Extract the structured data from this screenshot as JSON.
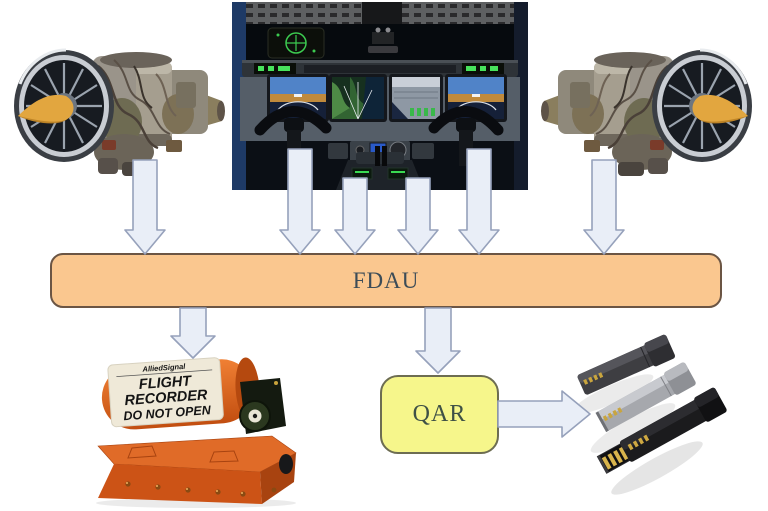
{
  "diagram": {
    "fdau": {
      "label": "FDAU"
    },
    "qar": {
      "label": "QAR"
    },
    "flight_recorder": {
      "brand": "AlliedSignal",
      "label_lines": [
        "FLIGHT",
        "RECORDER",
        "DO NOT OPEN"
      ]
    },
    "photos": {
      "engine_left": "turbofan jet engine, intake facing left",
      "cockpit": "glass cockpit instrument panel with four displays",
      "engine_right": "turbofan jet engine, intake facing right (mirrored)",
      "flight_recorder": "orange flight data recorder on mounting tray",
      "usb_drives": "three USB flash drives (dark gray, silver, black)"
    },
    "connections": [
      {
        "from": "left-engine",
        "to": "FDAU"
      },
      {
        "from": "cockpit",
        "to": "FDAU"
      },
      {
        "from": "cockpit",
        "to": "FDAU"
      },
      {
        "from": "cockpit",
        "to": "FDAU"
      },
      {
        "from": "cockpit",
        "to": "FDAU"
      },
      {
        "from": "right-engine",
        "to": "FDAU"
      },
      {
        "from": "FDAU",
        "to": "flight-recorder"
      },
      {
        "from": "FDAU",
        "to": "QAR"
      },
      {
        "from": "QAR",
        "to": "usb-drives"
      }
    ],
    "colors": {
      "page_bg": "#FFFFFF",
      "fdau_fill": "#FAC78F",
      "fdau_border": "#6B5544",
      "fdau_text": "#3C4C57",
      "qar_fill": "#F6F68B",
      "qar_border": "#6D6D52",
      "qar_text": "#3F5146",
      "arrow_fill": "#E9EEF7",
      "arrow_stroke": "#96A1BB",
      "recorder_orange": "#CE5517",
      "recorder_label_bg": "#EFE9D8"
    }
  }
}
